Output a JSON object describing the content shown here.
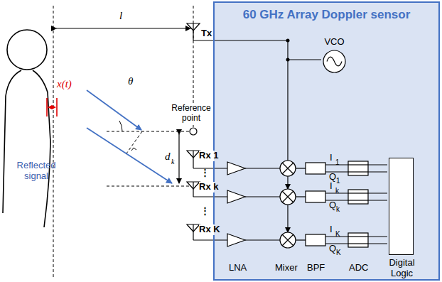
{
  "diagram": {
    "nodes": [
      {
        "text": [
          "60 GHz Array Doppler sensor"
        ]
      },
      {
        "text": [
          "VCO"
        ],
        "in": 0
      },
      {
        "text": [
          "Digital Logic"
        ],
        "in": 0
      }
    ],
    "labels": [
      "l",
      "x(t)",
      "θ",
      "Reference point",
      "Reflected signal",
      "d",
      "k",
      "Tx",
      "Rx 1",
      "Rx k",
      "Rx K",
      "⋮",
      "⋮",
      "I",
      "1",
      "Q",
      "1",
      "I",
      "k",
      "Q",
      "k",
      "I",
      "K",
      "Q",
      "K",
      "LNA",
      "Mixer",
      "BPF",
      "ADC"
    ]
  }
}
